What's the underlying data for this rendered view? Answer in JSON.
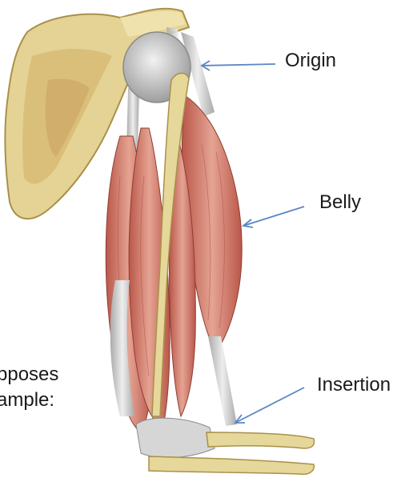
{
  "labels": {
    "origin": "Origin",
    "belly": "Belly",
    "insertion": "Insertion"
  },
  "cut_text": {
    "line1": "pposes",
    "line2": "ample:"
  },
  "colors": {
    "bone": "#e6d79a",
    "bone_shade": "#c9b46a",
    "muscle": "#c96a5a",
    "muscle_light": "#e3a08e",
    "tendon": "#cfcfcf",
    "arrow": "#5b86c4"
  }
}
